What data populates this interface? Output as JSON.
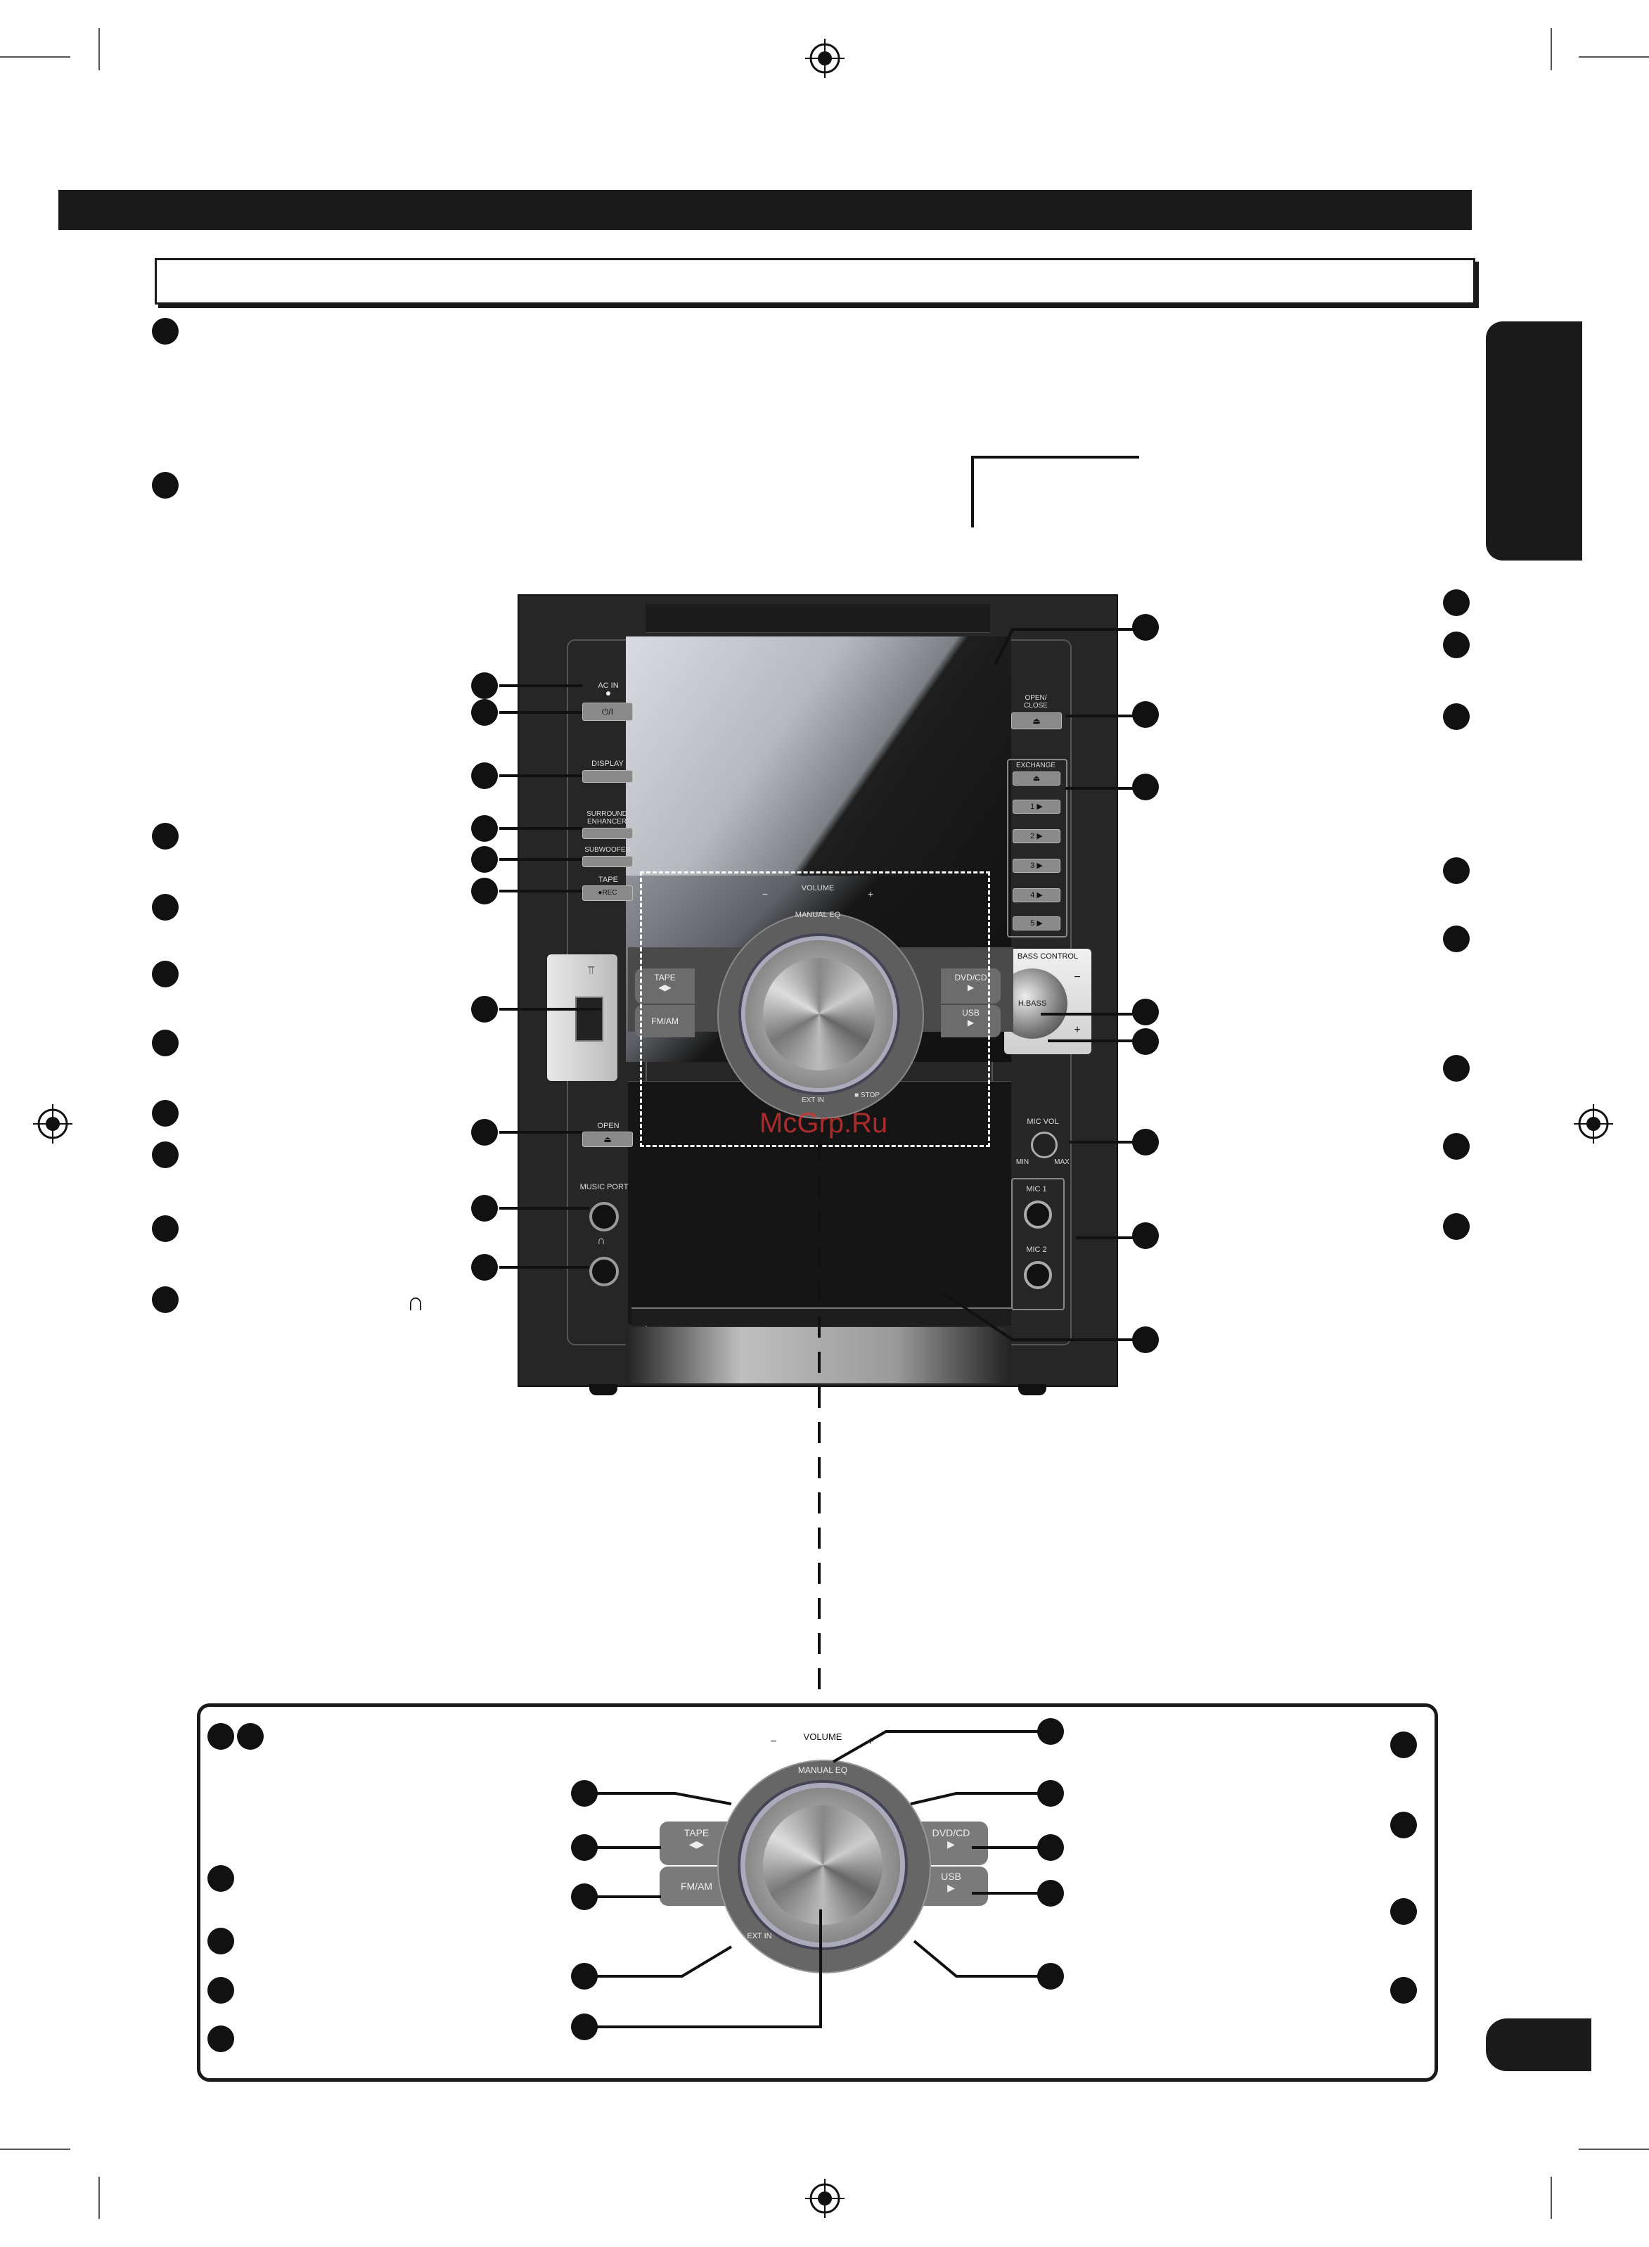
{
  "page": {
    "side_tab_color": "#1a1a1a",
    "header_bar_color": "#1a1a1a",
    "page_number": ""
  },
  "front_panel": {
    "left_buttons": {
      "ac_in": "AC IN",
      "power": "⏻/I",
      "display": "DISPLAY",
      "surround": "SURROUND\nENHANCER",
      "subwoofer": "SUBWOOFER",
      "tape": "TAPE",
      "tape_rec": "●REC",
      "open": "OPEN",
      "open_symbol": "⏏",
      "music_port": "MUSIC PORT",
      "headphones_symbol": "∩"
    },
    "right_buttons": {
      "open_close": "OPEN/\nCLOSE",
      "open_close_symbol": "⏏",
      "exchange": "EXCHANGE",
      "exchange_symbol": "⏏",
      "disc_1": "1 ▶",
      "disc_2": "2 ▶",
      "disc_3": "3 ▶",
      "disc_4": "4 ▶",
      "disc_5": "5 ▶",
      "bass_control": "BASS CONTROL",
      "h_bass": "H.BASS",
      "bass_minus": "−",
      "bass_plus": "+",
      "mic_vol": "MIC VOL",
      "mic_min": "MIN",
      "mic_max": "MAX",
      "mic_1": "MIC 1",
      "mic_2": "MIC 2"
    },
    "dial": {
      "volume": "VOLUME",
      "minus": "−",
      "plus": "+",
      "manual_eq": "MANUAL EQ",
      "tape": "TAPE",
      "tape_symbol": "◀▶",
      "fm_am": "FM/AM",
      "dvd_cd": "DVD/CD",
      "dvd_symbol": "▶",
      "usb": "USB",
      "usb_symbol": "▶",
      "ext_in": "EXT IN",
      "stop": "■ STOP"
    },
    "watermark": "McGrp.Ru"
  },
  "detail_dial": {
    "volume": "VOLUME",
    "minus": "−",
    "plus": "+",
    "manual_eq": "MANUAL EQ",
    "tape": "TAPE",
    "tape_symbol": "◀▶",
    "fm_am": "FM/AM",
    "dvd_cd": "DVD/CD",
    "dvd_symbol": "▶",
    "usb": "USB",
    "usb_symbol": "▶",
    "ext_in": "EXT IN"
  },
  "left_list": {
    "headphones_symbol": "∩"
  }
}
